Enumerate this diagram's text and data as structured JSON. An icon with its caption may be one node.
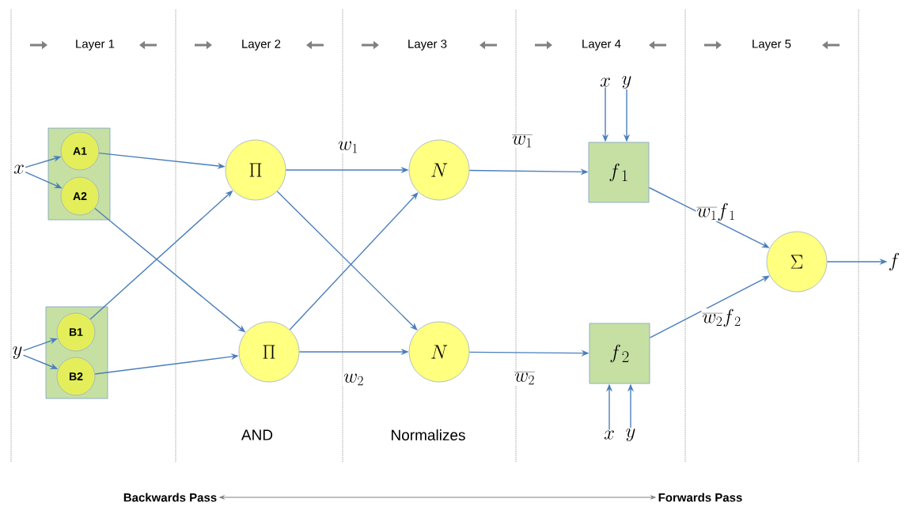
{
  "diagram": {
    "nodes": [
      {
        "text": [
          "x"
        ]
      },
      {
        "text": [],
        "shape": "box"
      },
      {
        "text": [
          "A1"
        ],
        "in": 1
      },
      {
        "text": [
          "A2"
        ],
        "in": 1
      },
      {
        "text": [
          "y"
        ]
      },
      {
        "text": [],
        "shape": "box"
      },
      {
        "text": [
          "B1"
        ],
        "in": 5
      },
      {
        "text": [
          "B2"
        ],
        "in": 5
      },
      {
        "text": [
          "\\Pi"
        ]
      },
      {
        "text": [
          "\\Pi"
        ]
      },
      {
        "text": [
          "N"
        ]
      },
      {
        "text": [
          "N"
        ]
      },
      {
        "text": [
          "f_{\\,1}"
        ]
      },
      {
        "text": [
          "f_{\\,2}"
        ]
      },
      {
        "text": [
          "\\Sigma"
        ]
      },
      {
        "text": [
          "f"
        ]
      },
      {
        "text": [
          "x"
        ]
      },
      {
        "text": [
          "y"
        ]
      },
      {
        "text": [
          "x"
        ]
      },
      {
        "text": [
          "y"
        ]
      },
      {
        "text": [
          "Backwards Pass"
        ]
      },
      {
        "text": [
          "Forwards Pass"
        ]
      }
    ],
    "edges": [
      {
        "from": 0,
        "to": 2,
        "arrow": "to"
      },
      {
        "from": 0,
        "to": 3,
        "arrow": "to"
      },
      {
        "from": 4,
        "to": 6,
        "arrow": "to"
      },
      {
        "from": 4,
        "to": 7,
        "arrow": "to"
      },
      {
        "from": 2,
        "to": 8,
        "arrow": "to"
      },
      {
        "from": 3,
        "to": 9,
        "arrow": "to"
      },
      {
        "from": 6,
        "to": 8,
        "arrow": "to"
      },
      {
        "from": 7,
        "to": 9,
        "arrow": "to"
      },
      {
        "from": 8,
        "to": 10,
        "arrow": "to",
        "label": "w_1"
      },
      {
        "from": 8,
        "to": 11,
        "arrow": "to"
      },
      {
        "from": 9,
        "to": 10,
        "arrow": "to"
      },
      {
        "from": 9,
        "to": 11,
        "arrow": "to",
        "label": "w_2"
      },
      {
        "from": 10,
        "to": 12,
        "arrow": "to",
        "label": "\\overline{w_1}"
      },
      {
        "from": 11,
        "to": 13,
        "arrow": "to",
        "label": "\\overline{w_2}"
      },
      {
        "from": 12,
        "to": 14,
        "arrow": "to",
        "label": "\\overline{w_1} f_{\\,1}"
      },
      {
        "from": 13,
        "to": 14,
        "arrow": "to",
        "label": "\\overline{w_2} f_{\\,2}"
      },
      {
        "from": 14,
        "to": 15,
        "arrow": "to"
      },
      {
        "from": 16,
        "to": 12,
        "arrow": "to"
      },
      {
        "from": 17,
        "to": 12,
        "arrow": "to"
      },
      {
        "from": 18,
        "to": 13,
        "arrow": "to"
      },
      {
        "from": 19,
        "to": 13,
        "arrow": "to"
      },
      {
        "from": 20,
        "to": 21,
        "arrow": "both",
        "color": "#808080"
      }
    ],
    "labels": [
      "Layer 1",
      "Layer 2",
      "Layer 3",
      "Layer 4",
      "Layer 5",
      "AND",
      "Normalizes"
    ]
  }
}
